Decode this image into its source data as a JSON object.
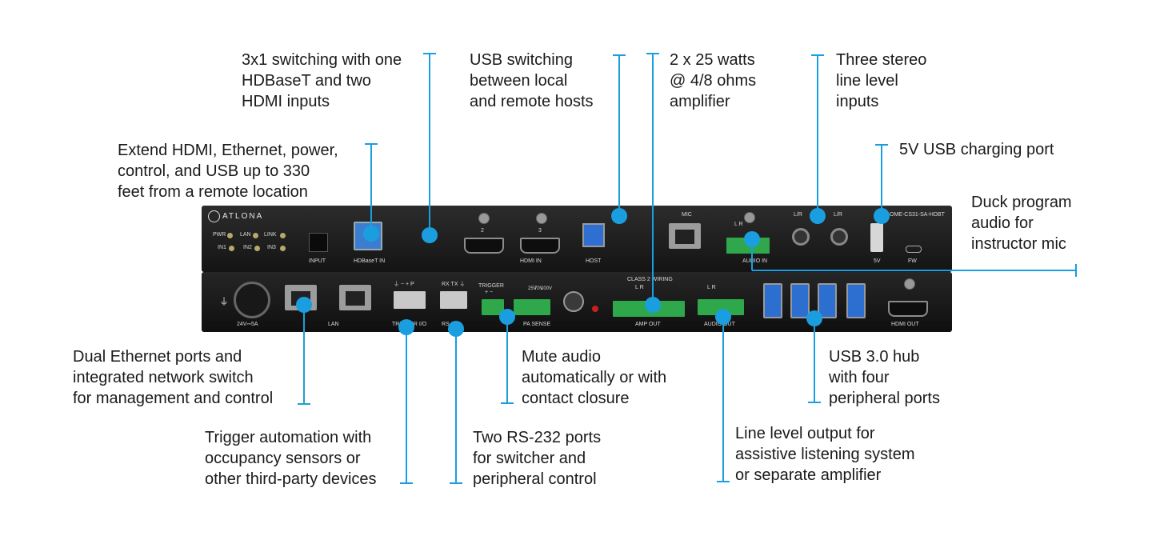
{
  "callouts": {
    "switching": [
      "3x1 switching with one",
      "HDBaseT and two",
      "HDMI inputs"
    ],
    "usb_switching": [
      "USB switching",
      "between local",
      "and remote hosts"
    ],
    "amplifier": [
      "2 x 25 watts",
      "@ 4/8 ohms",
      "amplifier"
    ],
    "stereo_inputs": [
      "Three stereo",
      "line level",
      "inputs"
    ],
    "usb_charging": [
      "5V USB charging port"
    ],
    "extend": [
      "Extend HDMI, Ethernet, power,",
      "control, and USB up to 330",
      "feet from a remote location"
    ],
    "duck": [
      "Duck program",
      "audio for",
      "instructor mic"
    ],
    "ethernet": [
      "Dual Ethernet ports and",
      "integrated network switch",
      "for management and control"
    ],
    "mute": [
      "Mute audio",
      "automatically or with",
      "contact closure"
    ],
    "usb_hub": [
      "USB 3.0 hub",
      "with four",
      "peripheral ports"
    ],
    "trigger": [
      "Trigger automation with",
      "occupancy sensors or",
      "other third-party devices"
    ],
    "rs232": [
      "Two RS-232 ports",
      "for switcher and",
      "peripheral control"
    ],
    "line_out": [
      "Line level output for",
      "assistive listening system",
      "or separate amplifier"
    ]
  },
  "front_panel": {
    "brand": "ATLONA",
    "model": "OME-CS31-SA-HDBT",
    "leds": [
      "PWR",
      "LAN",
      "LINK",
      "IN1",
      "IN2",
      "IN3"
    ],
    "input_button": "INPUT",
    "hdbaset": "HDBaseT IN",
    "hdmi_in": "HDMI IN",
    "hdmi_port_2": "2",
    "hdmi_port_3": "3",
    "host": "HOST",
    "mic": "MIC",
    "audio_in": "AUDIO IN",
    "audio_in_lr": "L     R",
    "lr_1": "L/R",
    "lr_2": "L/R",
    "usb_5v": "5V",
    "fw": "FW"
  },
  "rear_panel": {
    "power": "24V⎓5A",
    "lan": "LAN",
    "trigger_io": "TRIGGER I/O",
    "trigger_pins": "⏚  −  +  P",
    "rs232": "RS-232",
    "rs232_pins": "RX TX ⏚",
    "trigger": "TRIGGER",
    "trigger_pm": "+  −",
    "pa_sense": "PA SENSE",
    "class2": "CLASS 2 WIRING",
    "amp_lr": "L          R",
    "amp_out": "AMP OUT",
    "audio_out_lr": "L          R",
    "audio_out": "AUDIO OUT",
    "hdmi_out": "HDMI OUT",
    "volt_25": "25V",
    "volt_70": "70V",
    "volt_100": "100V"
  },
  "colors": {
    "accent": "#1a9ee0",
    "terminal_green": "#2ea84a",
    "usb_blue": "#2d6fd0"
  }
}
